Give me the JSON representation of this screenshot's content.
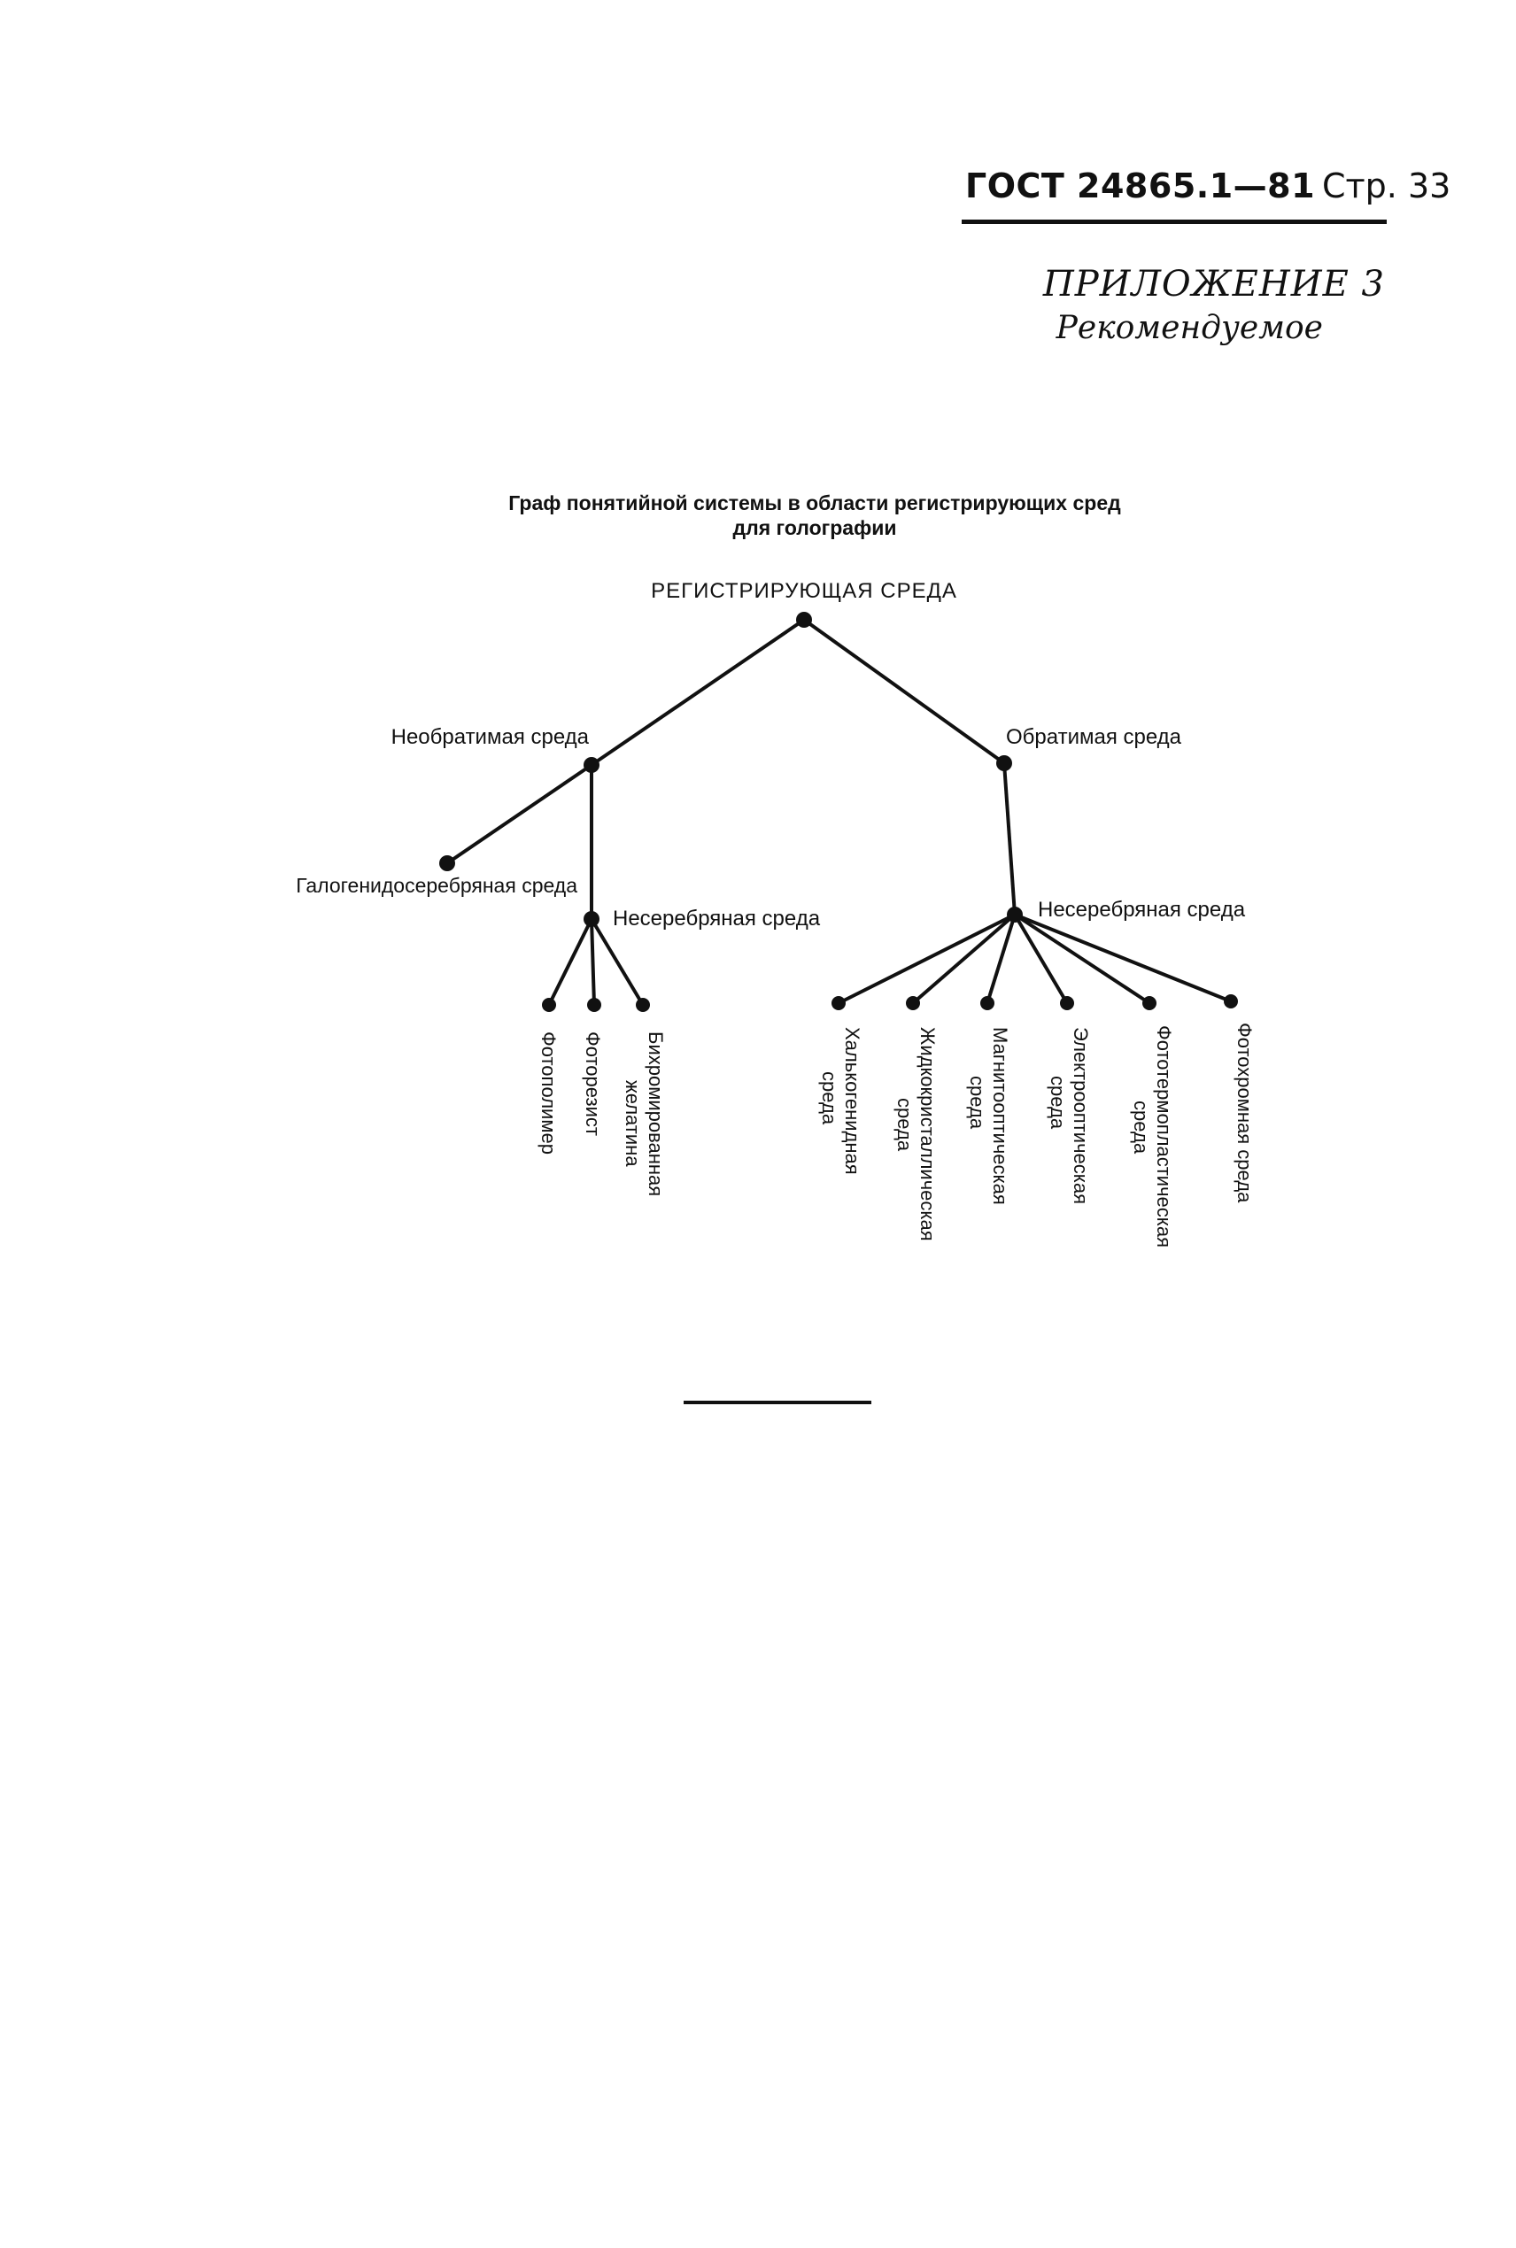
{
  "header": {
    "doc_number": "ГОСТ 24865.1—81",
    "page": "Стр. 33"
  },
  "appendix": {
    "label": "ПРИЛОЖЕНИЕ 3",
    "status": "Рекомендуемое"
  },
  "diagram": {
    "title_line1": "Граф понятийной системы в области регистрирующих сред",
    "title_line2": "для голографии",
    "nodes": {
      "root": "РЕГИСТРИРУЮЩАЯ СРЕДА",
      "irreversible": "Необратимая среда",
      "reversible": "Обратимая среда",
      "silver_halide": "Галогенидосеребряная среда",
      "non_silver_1": "Несеребряная среда",
      "non_silver_2": "Несеребряная среда",
      "photopolymer": "Фотополимер",
      "photoresist": "Фоторезист",
      "dichromated_gelatin": [
        "Бихромированная",
        "желатина"
      ],
      "chalcogenide": [
        "Халькогенидная",
        "среда"
      ],
      "liquid_crystal": [
        "Жидкокристаллическая",
        "среда"
      ],
      "magneto_optic": [
        "Магнитооптическая",
        "среда"
      ],
      "electro_optic": [
        "Электрооптическая",
        "среда"
      ],
      "photothermoplastic": [
        "Фототермопластическая",
        "среда"
      ],
      "photochromic": [
        "Фотохромная среда"
      ]
    }
  }
}
